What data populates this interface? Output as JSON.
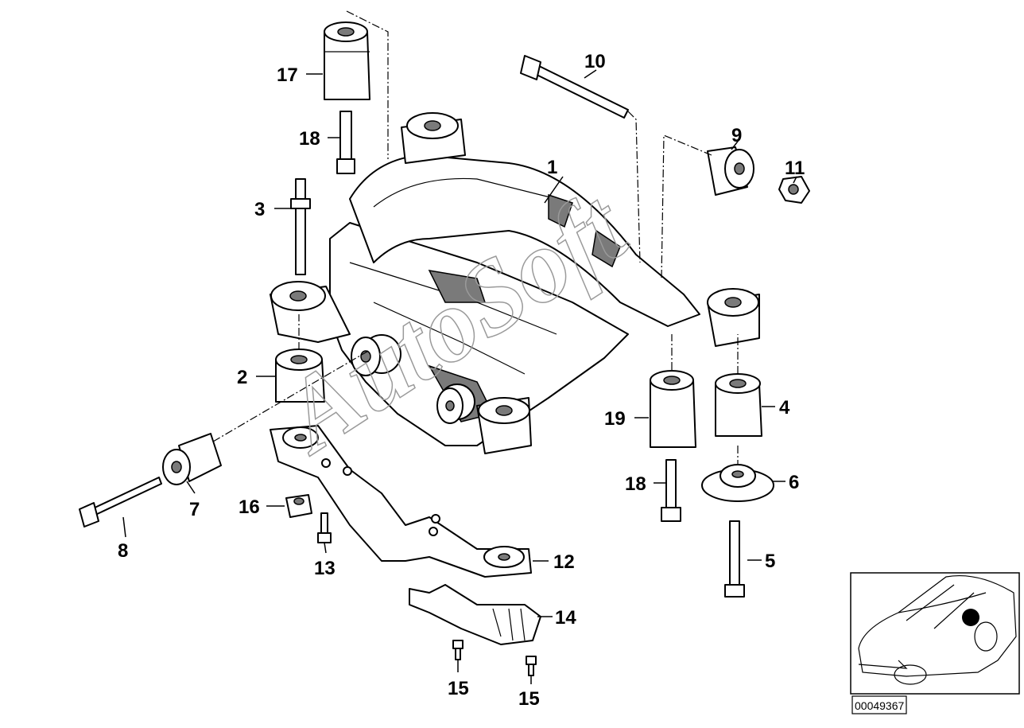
{
  "diagram": {
    "callouts": [
      "1",
      "2",
      "3",
      "4",
      "5",
      "6",
      "7",
      "8",
      "9",
      "10",
      "11",
      "12",
      "13",
      "14",
      "15",
      "15",
      "16",
      "17",
      "18",
      "18",
      "19"
    ],
    "diagram_number": "00049367",
    "watermark": "AutoSoft"
  }
}
